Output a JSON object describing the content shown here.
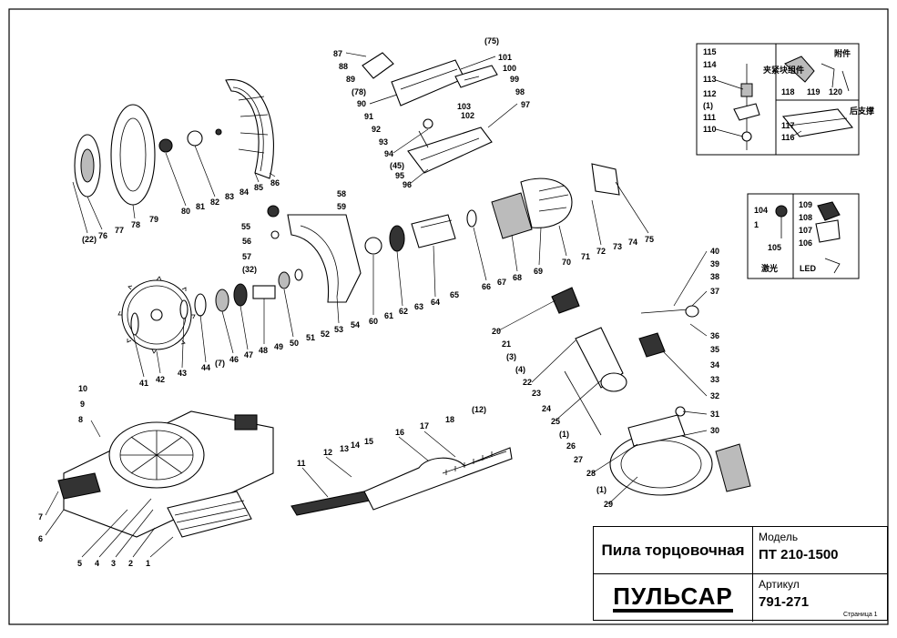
{
  "title_block": {
    "product_name": "Пила торцовочная",
    "brand": "ПУЛЬСАР",
    "model_label": "Модель",
    "model_value": "ПТ 210-1500",
    "article_label": "Артикул",
    "article_value": "791-271",
    "page": "Страница 1"
  },
  "inset_labels": {
    "accessories": "附件",
    "clamp_assembly": "夹紧块组件",
    "rear_support": "后支撑",
    "laser": "激光",
    "led": "LED"
  },
  "callouts": {
    "c1": "1",
    "c2": "2",
    "c3": "3",
    "c4": "4",
    "c5": "5",
    "c6": "6",
    "c7": "7",
    "c8": "8",
    "c9": "9",
    "c10": "10",
    "c11": "11",
    "c12": "12",
    "c13": "13",
    "c14": "14",
    "c15": "15",
    "c16": "16",
    "c17": "17",
    "c18": "18",
    "c20": "20",
    "c21": "21",
    "c22": "22",
    "c23": "23",
    "c24": "24",
    "c25": "25",
    "c26": "26",
    "c27": "27",
    "c28": "28",
    "c29": "29",
    "c30": "30",
    "c31": "31",
    "c32": "32",
    "c33": "33",
    "c34": "34",
    "c35": "35",
    "c36": "36",
    "c37": "37",
    "c38": "38",
    "c39": "39",
    "c40": "40",
    "c41": "41",
    "c42": "42",
    "c43": "43",
    "c44": "44",
    "c46": "46",
    "c47": "47",
    "c48": "48",
    "c49": "49",
    "c50": "50",
    "c51": "51",
    "c52": "52",
    "c53": "53",
    "c54": "54",
    "c55": "55",
    "c56": "56",
    "c57": "57",
    "c58": "58",
    "c59": "59",
    "c60": "60",
    "c61": "61",
    "c62": "62",
    "c63": "63",
    "c64": "64",
    "c65": "65",
    "c66": "66",
    "c67": "67",
    "c68": "68",
    "c69": "69",
    "c70": "70",
    "c71": "71",
    "c72": "72",
    "c73": "73",
    "c74": "74",
    "c75": "75",
    "c76": "76",
    "c77": "77",
    "c78": "78",
    "c79": "79",
    "c80": "80",
    "c81": "81",
    "c82": "82",
    "c83": "83",
    "c84": "84",
    "c85": "85",
    "c86": "86",
    "c87": "87",
    "c88": "88",
    "c89": "89",
    "c90": "90",
    "c91": "91",
    "c92": "92",
    "c93": "93",
    "c94": "94",
    "c95": "95",
    "c96": "96",
    "c97": "97",
    "c98": "98",
    "c99": "99",
    "c100": "100",
    "c101": "101",
    "c102": "102",
    "c103": "103",
    "c104": "104",
    "c105": "105",
    "c106": "106",
    "c107": "107",
    "c108": "108",
    "c109": "109",
    "c110": "110",
    "c111": "111",
    "c112": "112",
    "c113": "113",
    "c114": "114",
    "c115": "115",
    "c116": "116",
    "c117": "117",
    "c118": "118",
    "c119": "119",
    "c120": "120",
    "p1": "(1)",
    "p3": "(3)",
    "p4": "(4)",
    "p7": "(7)",
    "p12": "(12)",
    "p22": "(22)",
    "p32": "(32)",
    "p45": "(45)",
    "p75": "(75)",
    "p78": "(78)"
  }
}
